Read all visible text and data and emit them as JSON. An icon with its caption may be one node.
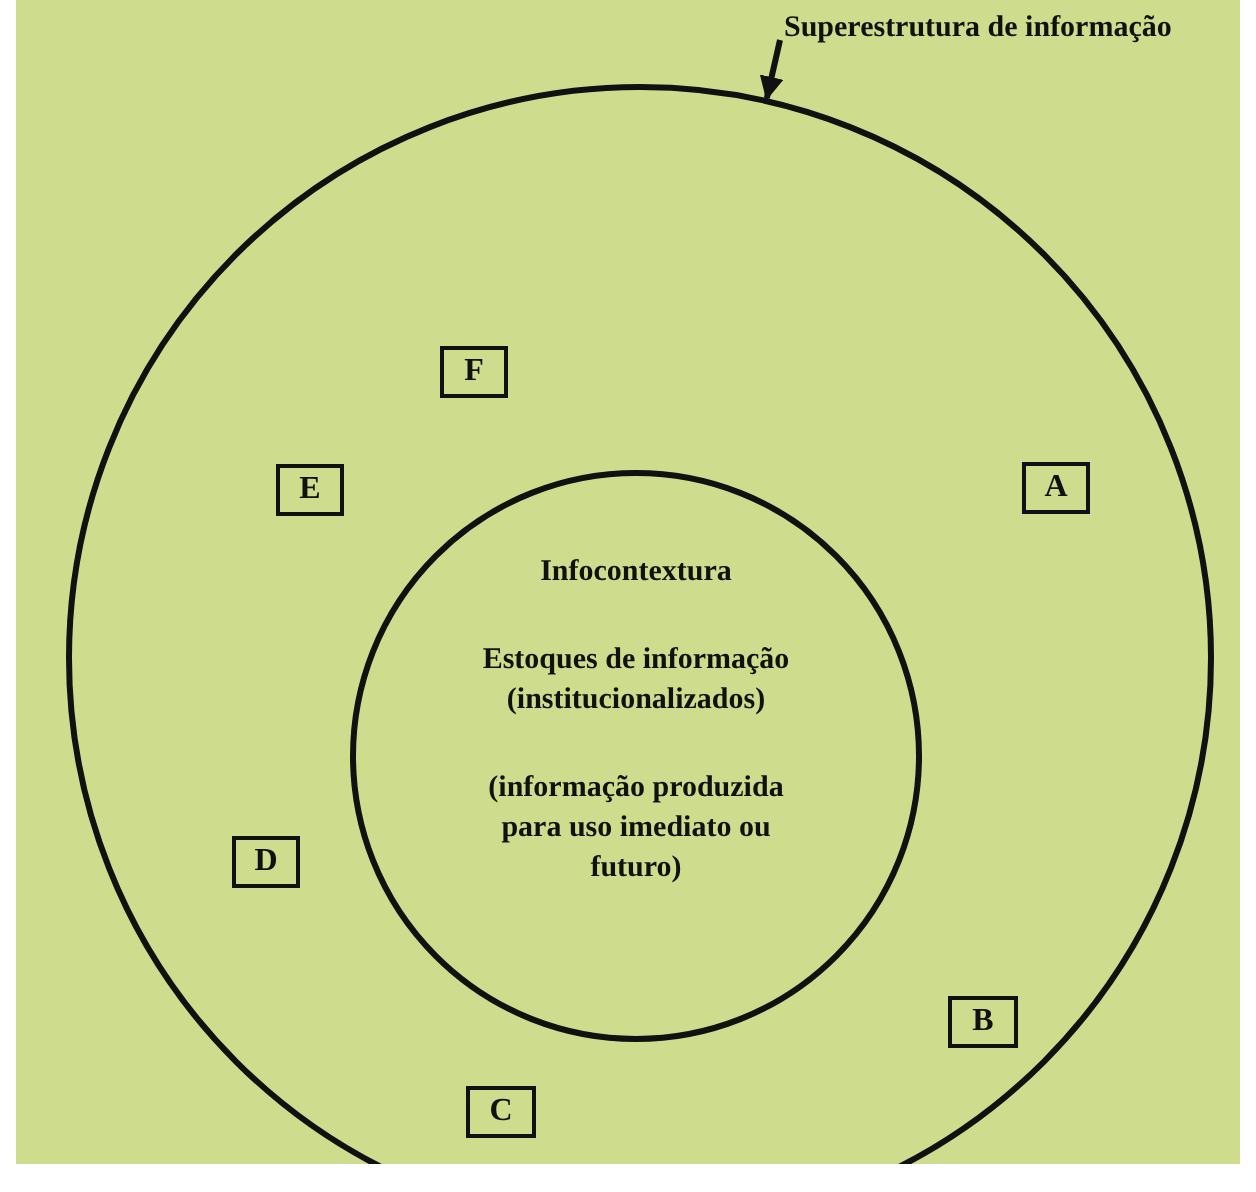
{
  "diagram": {
    "nodes": [
      {
        "text": [
          "Superestrutura de informação"
        ]
      },
      {
        "text": [],
        "shape": "circle"
      },
      {
        "text": [
          "Infocontextura",
          "Estoques de informação (institucionalizados)",
          "(informação produzida para uso imediato ou futuro)"
        ],
        "in": 1
      },
      {
        "text": [
          "F"
        ],
        "in": 1
      },
      {
        "text": [
          "E"
        ],
        "in": 1
      },
      {
        "text": [
          "A"
        ],
        "in": 1
      },
      {
        "text": [
          "D"
        ],
        "in": 1
      },
      {
        "text": [
          "B"
        ],
        "in": 1
      },
      {
        "text": [
          "C"
        ],
        "in": 1
      }
    ],
    "edges": [
      {
        "from": 0,
        "to": 1,
        "arrow": "to"
      }
    ]
  }
}
